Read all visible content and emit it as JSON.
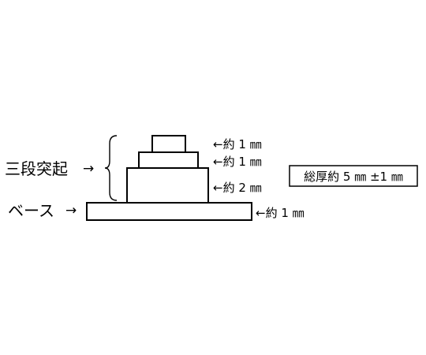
{
  "labels": {
    "protrusion": "三段突起",
    "base": "ベース",
    "arrow_right": "→",
    "arrow_left": "←",
    "tier_top_thickness": "約 1 ㎜",
    "tier_middle_thickness": "約 1 ㎜",
    "tier_bottom_thickness": "約 2 ㎜",
    "base_thickness": "約 1 ㎜",
    "total_thickness": "総厚約 5 ㎜ ±1 ㎜"
  }
}
